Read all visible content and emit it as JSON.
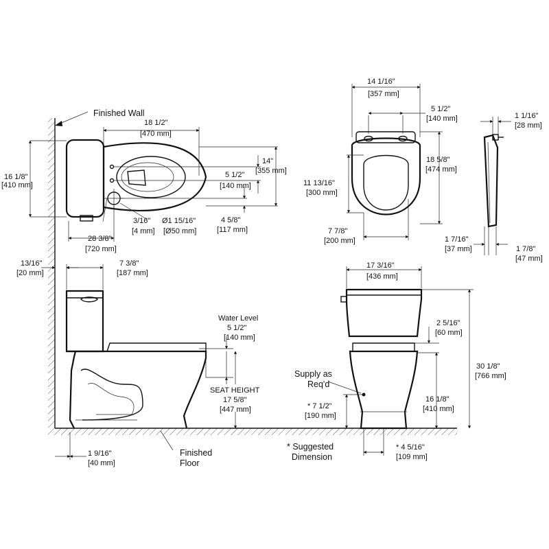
{
  "callouts": {
    "finished_wall": "Finished Wall",
    "finished_floor_1": "Finished",
    "finished_floor_2": "Floor",
    "water_level": "Water Level",
    "seat_height": "SEAT HEIGHT",
    "supply_1": "Supply as",
    "supply_2": "Req'd",
    "suggested_1": "* Suggested",
    "suggested_2": "Dimension"
  },
  "dimensions": {
    "tank_height_in": "16 1/8\"",
    "tank_height_mm": "[410 mm]",
    "top_length_in": "18 1/2\"",
    "top_length_mm": "[470 mm]",
    "bowl_depth_in": "14\"",
    "bowl_depth_mm": "[355 mm]",
    "bolt_spacing_in": "5 1/2\"",
    "bolt_spacing_mm": "[140 mm]",
    "bolt_small_in": "3/16\"",
    "bolt_small_mm": "[4 mm]",
    "drain_dia_in": "Ø1 15/16\"",
    "drain_dia_mm": "[Ø50 mm]",
    "drain_off_in": "4 5/8\"",
    "drain_off_mm": "[117 mm]",
    "overall_len_in": "28 3/8\"",
    "overall_len_mm": "[720 mm]",
    "seat_width_in": "14 1/16\"",
    "seat_width_mm": "[357 mm]",
    "hinge_spacing_in": "5 1/2\"",
    "hinge_spacing_mm": "[140 mm]",
    "seat_length_in": "18 5/8\"",
    "seat_length_mm": "[474 mm]",
    "seat_opening_in": "11 13/16\"",
    "seat_opening_mm": "[300 mm]",
    "opening_width_in": "7 7/8\"",
    "opening_width_mm": "[200 mm]",
    "hinge_thick_in": "1 1/16\"",
    "hinge_thick_mm": "[28 mm]",
    "seat_thick1_in": "1 7/16\"",
    "seat_thick1_mm": "[37 mm]",
    "seat_thick2_in": "1 7/8\"",
    "seat_thick2_mm": "[47 mm]",
    "wall_gap_in": "13/16\"",
    "wall_gap_mm": "[20 mm]",
    "tank_depth_in": "7 3/8\"",
    "tank_depth_mm": "[187 mm]",
    "water_level_in": "5 1/2\"",
    "water_level_mm": "[140 mm]",
    "seat_height_in": "17 5/8\"",
    "seat_height_mm": "[447 mm]",
    "base_off_in": "1 9/16\"",
    "base_off_mm": "[40 mm]",
    "tank_width_in": "17 3/16\"",
    "tank_width_mm": "[436 mm]",
    "lid_gap_in": "2 5/16\"",
    "lid_gap_mm": "[60 mm]",
    "total_height_in": "30 1/8\"",
    "total_height_mm": "[766 mm]",
    "rim_height_in": "16 1/8\"",
    "rim_height_mm": "[410 mm]",
    "supply_height_in": "* 7 1/2\"",
    "supply_height_mm": "[190 mm]",
    "supply_off_in": "* 4 5/16\"",
    "supply_off_mm": "[109 mm]"
  }
}
